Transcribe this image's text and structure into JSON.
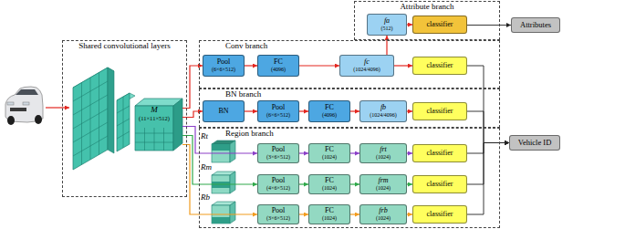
{
  "diagram": {
    "nodes": [
      {
        "text": [
          "Shared convolutional layers"
        ]
      },
      {
        "text": [
          "M",
          "(11×11×512)"
        ],
        "in": 0
      },
      {
        "text": [
          "Attribute branch"
        ]
      },
      {
        "text": [
          "fa",
          "(512)"
        ],
        "in": 2
      },
      {
        "text": [
          "classifier"
        ],
        "in": 2
      },
      {
        "text": [
          "Attributes"
        ]
      },
      {
        "text": [
          "Conv branch"
        ]
      },
      {
        "text": [
          "Pool",
          "(6×6×512)"
        ],
        "in": 6
      },
      {
        "text": [
          "FC",
          "(4096)"
        ],
        "in": 6
      },
      {
        "text": [
          "fc",
          "(1024/4096)"
        ],
        "in": 6
      },
      {
        "text": [
          "classifier"
        ],
        "in": 6
      },
      {
        "text": [
          "BN branch"
        ]
      },
      {
        "text": [
          "BN"
        ],
        "in": 11
      },
      {
        "text": [
          "Pool",
          "(6×6×512)"
        ],
        "in": 11
      },
      {
        "text": [
          "FC",
          "(4096)"
        ],
        "in": 11
      },
      {
        "text": [
          "fb",
          "(1024/4096)"
        ],
        "in": 11
      },
      {
        "text": [
          "classifier"
        ],
        "in": 11
      },
      {
        "text": [
          "Region branch"
        ]
      },
      {
        "text": [
          "Pool",
          "(3×6×512)"
        ],
        "in": 17
      },
      {
        "text": [
          "FC",
          "(1024)"
        ],
        "in": 17
      },
      {
        "text": [
          "frt",
          "(1024)"
        ],
        "in": 17
      },
      {
        "text": [
          "classifier"
        ],
        "in": 17
      },
      {
        "text": [
          "Pool",
          "(4×6×512)"
        ],
        "in": 17
      },
      {
        "text": [
          "FC",
          "(1024)"
        ],
        "in": 17
      },
      {
        "text": [
          "frm",
          "(1024)"
        ],
        "in": 17
      },
      {
        "text": [
          "classifier"
        ],
        "in": 17
      },
      {
        "text": [
          "Pool",
          "(3×6×512)"
        ],
        "in": 17
      },
      {
        "text": [
          "FC",
          "(1024)"
        ],
        "in": 17
      },
      {
        "text": [
          "frb",
          "(1024)"
        ],
        "in": 17
      },
      {
        "text": [
          "classifier"
        ],
        "in": 17
      },
      {
        "text": [
          "Vehicle ID"
        ]
      }
    ],
    "edges": [
      {
        "from": 1,
        "to": 7,
        "arrow": "to"
      },
      {
        "from": 1,
        "to": 12,
        "arrow": "to"
      },
      {
        "from": 1,
        "to": 18,
        "arrow": "to"
      },
      {
        "from": 1,
        "to": 22,
        "arrow": "to"
      },
      {
        "from": 1,
        "to": 26,
        "arrow": "to"
      },
      {
        "from": 7,
        "to": 8,
        "arrow": "to"
      },
      {
        "from": 8,
        "to": 9,
        "arrow": "to"
      },
      {
        "from": 9,
        "to": 10,
        "arrow": "to"
      },
      {
        "from": 9,
        "to": 3,
        "arrow": "to"
      },
      {
        "from": 3,
        "to": 4,
        "arrow": "to"
      },
      {
        "from": 4,
        "to": 5,
        "arrow": "to"
      },
      {
        "from": 12,
        "to": 13,
        "arrow": "to"
      },
      {
        "from": 13,
        "to": 14,
        "arrow": "to"
      },
      {
        "from": 14,
        "to": 15,
        "arrow": "to"
      },
      {
        "from": 15,
        "to": 16,
        "arrow": "to"
      },
      {
        "from": 18,
        "to": 19,
        "arrow": "to"
      },
      {
        "from": 19,
        "to": 20,
        "arrow": "to"
      },
      {
        "from": 20,
        "to": 21,
        "arrow": "to"
      },
      {
        "from": 22,
        "to": 23,
        "arrow": "to"
      },
      {
        "from": 23,
        "to": 24,
        "arrow": "to"
      },
      {
        "from": 24,
        "to": 25,
        "arrow": "to"
      },
      {
        "from": 26,
        "to": 27,
        "arrow": "to"
      },
      {
        "from": 27,
        "to": 28,
        "arrow": "to"
      },
      {
        "from": 28,
        "to": 29,
        "arrow": "to"
      },
      {
        "from": 10,
        "to": 30,
        "arrow": "to"
      },
      {
        "from": 16,
        "to": 30,
        "arrow": "to"
      },
      {
        "from": 21,
        "to": 30,
        "arrow": "to"
      },
      {
        "from": 25,
        "to": 30,
        "arrow": "to"
      },
      {
        "from": 29,
        "to": 30,
        "arrow": "to"
      }
    ],
    "labels": [
      "Rt",
      "Rm",
      "Rb"
    ]
  }
}
